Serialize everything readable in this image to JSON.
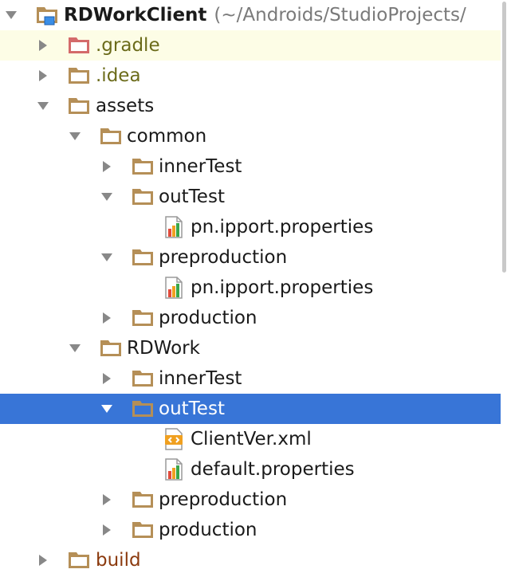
{
  "root": {
    "name": "RDWorkClient",
    "path": "(~/Androids/StudioProjects/"
  },
  "items": [
    {
      "label": ".gradle"
    },
    {
      "label": ".idea"
    },
    {
      "label": "assets"
    },
    {
      "label": "common"
    },
    {
      "label": "innerTest"
    },
    {
      "label": "outTest"
    },
    {
      "label": "pn.ipport.properties"
    },
    {
      "label": "preproduction"
    },
    {
      "label": "pn.ipport.properties"
    },
    {
      "label": "production"
    },
    {
      "label": "RDWork"
    },
    {
      "label": "innerTest"
    },
    {
      "label": "outTest"
    },
    {
      "label": "ClientVer.xml"
    },
    {
      "label": "default.properties"
    },
    {
      "label": "preproduction"
    },
    {
      "label": "production"
    },
    {
      "label": "build"
    }
  ],
  "colors": {
    "selection": "#3875d7",
    "folder": "#b58f57",
    "excluded_folder": "#d46a6a",
    "highlight_row": "#fdfde6"
  },
  "icons": {
    "folder": "folder-icon",
    "excluded_folder": "excluded-folder-icon",
    "module": "module-folder-icon",
    "properties": "properties-file-icon",
    "xml": "xml-file-icon",
    "expanded": "triangle-down-icon",
    "collapsed": "triangle-right-icon"
  }
}
